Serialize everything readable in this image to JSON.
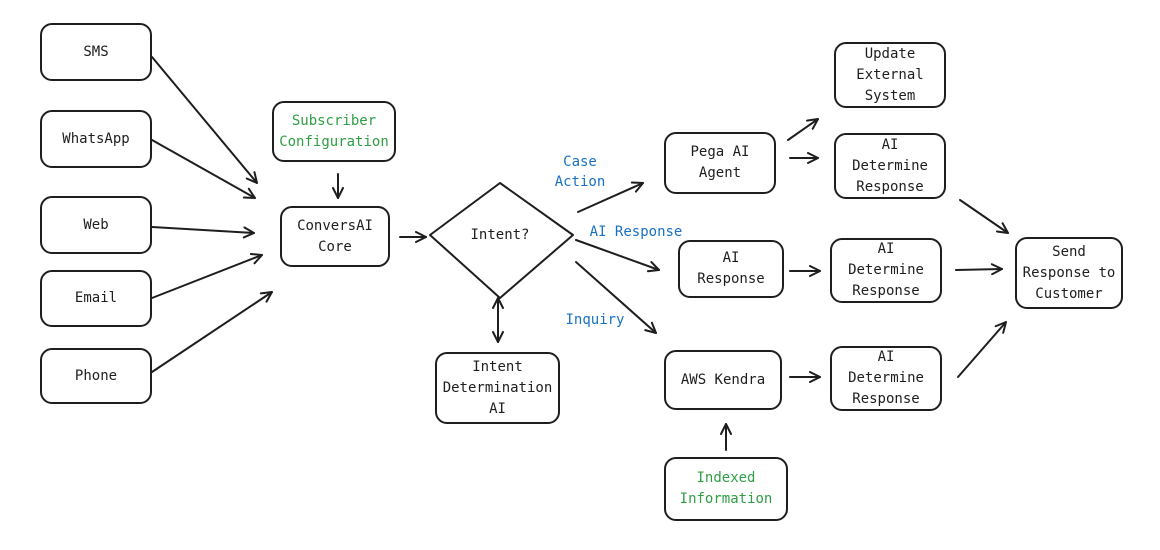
{
  "colors": {
    "stroke": "#1e1e1e",
    "config_text": "#2f9e44",
    "edge_label": "#1971c2"
  },
  "nodes": {
    "sms": "SMS",
    "whatsapp": "WhatsApp",
    "web": "Web",
    "email": "Email",
    "phone": "Phone",
    "subscriber_config": "Subscriber\nConfiguration",
    "conversai_core": "ConversAI\nCore",
    "intent": "Intent?",
    "intent_determination": "Intent\nDetermination\nAI",
    "pega_agent": "Pega AI\nAgent",
    "update_external": "Update\nExternal\nSystem",
    "determine_case": "AI\nDetermine\nResponse",
    "ai_response": "AI\nResponse",
    "determine_ai": "AI\nDetermine\nResponse",
    "aws_kendra": "AWS Kendra",
    "determine_kendra": "AI\nDetermine\nResponse",
    "indexed_info": "Indexed\nInformation",
    "send_response": "Send\nResponse to\nCustomer"
  },
  "edge_labels": {
    "case_action": "Case\nAction",
    "ai_response": "AI Response",
    "inquiry": "Inquiry"
  }
}
